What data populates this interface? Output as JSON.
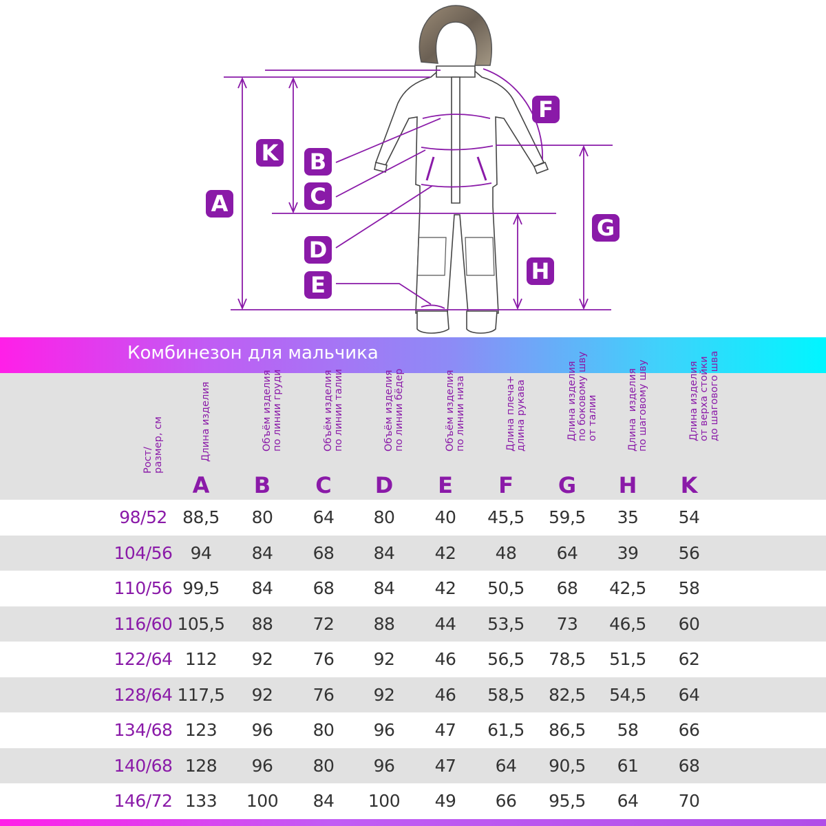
{
  "diagram": {
    "letters": [
      "A",
      "B",
      "C",
      "D",
      "E",
      "F",
      "G",
      "H",
      "K"
    ]
  },
  "banner": {
    "title": "Комбинезон для мальчика"
  },
  "columns": [
    {
      "key": "size",
      "label": "Рост/\nразмер, см",
      "letter": ""
    },
    {
      "key": "A",
      "label": "Длина изделия",
      "letter": "A"
    },
    {
      "key": "B",
      "label": "Объём изделия\nпо линии груди",
      "letter": "B"
    },
    {
      "key": "C",
      "label": "Объём изделия\nпо линии талии",
      "letter": "C"
    },
    {
      "key": "D",
      "label": "Объём изделия\nпо линии бёдер",
      "letter": "D"
    },
    {
      "key": "E",
      "label": "Объём изделия\nпо линии низа",
      "letter": "E"
    },
    {
      "key": "F",
      "label": "Длина плеча+\nдлина рукава",
      "letter": "F"
    },
    {
      "key": "G",
      "label": "Длина изделия\nпо боковому шву\nот талии",
      "letter": "G"
    },
    {
      "key": "H",
      "label": "Длина  изделия\nпо шаговому шву",
      "letter": "H"
    },
    {
      "key": "K",
      "label": "Длина изделия\nот верха стойки\nдо шагового шва",
      "letter": "K"
    }
  ],
  "rows": [
    [
      "98/52",
      "88,5",
      "80",
      "64",
      "80",
      "40",
      "45,5",
      "59,5",
      "35",
      "54"
    ],
    [
      "104/56",
      "94",
      "84",
      "68",
      "84",
      "42",
      "48",
      "64",
      "39",
      "56"
    ],
    [
      "110/56",
      "99,5",
      "84",
      "68",
      "84",
      "42",
      "50,5",
      "68",
      "42,5",
      "58"
    ],
    [
      "116/60",
      "105,5",
      "88",
      "72",
      "88",
      "44",
      "53,5",
      "73",
      "46,5",
      "60"
    ],
    [
      "122/64",
      "112",
      "92",
      "76",
      "92",
      "46",
      "56,5",
      "78,5",
      "51,5",
      "62"
    ],
    [
      "128/64",
      "117,5",
      "92",
      "76",
      "92",
      "46",
      "58,5",
      "82,5",
      "54,5",
      "64"
    ],
    [
      "134/68",
      "123",
      "96",
      "80",
      "96",
      "47",
      "61,5",
      "86,5",
      "58",
      "66"
    ],
    [
      "140/68",
      "128",
      "96",
      "80",
      "96",
      "47",
      "64",
      "90,5",
      "61",
      "68"
    ],
    [
      "146/72",
      "133",
      "100",
      "84",
      "100",
      "49",
      "66",
      "95,5",
      "64",
      "70"
    ]
  ],
  "colors": {
    "accent": "#8a1aa8",
    "row_alt": "#e1e1e1"
  }
}
